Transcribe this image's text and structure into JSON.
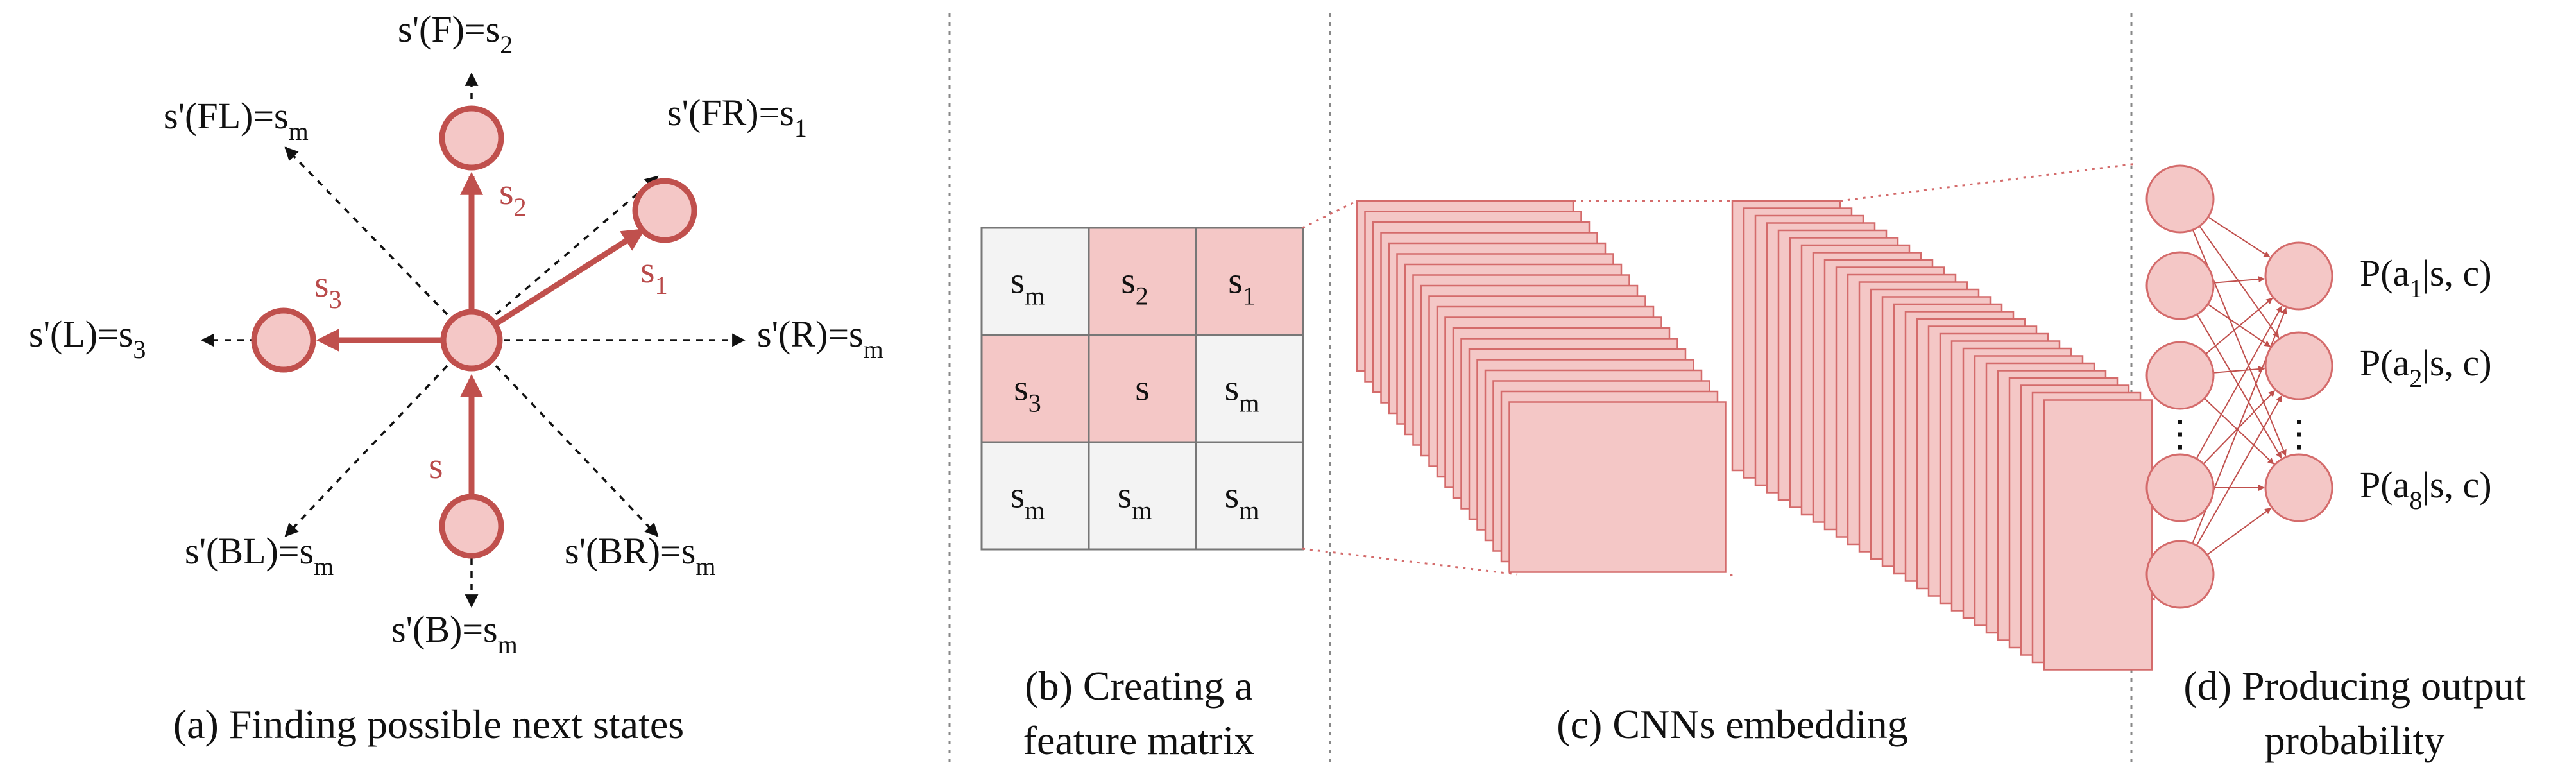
{
  "colors": {
    "accent": "#c0504d",
    "fill": "#f4c7c6",
    "fill_edge": "#d46b6b",
    "cell_gray": "#f3f3f3",
    "divider": "#888888"
  },
  "panel_a": {
    "caption": "(a) Finding possible next states",
    "labels": {
      "F": "s'(F)=s",
      "F_sub": "2",
      "FL": "s'(FL)=s",
      "FL_sub": "m",
      "FR": "s'(FR)=s",
      "FR_sub": "1",
      "L": "s'(L)=s",
      "L_sub": "3",
      "R": "s'(R)=s",
      "R_sub": "m",
      "BL": "s'(BL)=s",
      "BL_sub": "m",
      "BR": "s'(BR)=s",
      "BR_sub": "m",
      "B": "s'(B)=s",
      "B_sub": "m"
    },
    "edge_labels": {
      "s": "s",
      "s1": "s",
      "s1_sub": "1",
      "s2": "s",
      "s2_sub": "2",
      "s3": "s",
      "s3_sub": "3"
    }
  },
  "panel_b": {
    "caption_line1": "(b) Creating a",
    "caption_line2": "feature matrix",
    "matrix": [
      [
        {
          "t": "s",
          "sub": "m",
          "hl": false
        },
        {
          "t": "s",
          "sub": "2",
          "hl": true
        },
        {
          "t": "s",
          "sub": "1",
          "hl": true
        }
      ],
      [
        {
          "t": "s",
          "sub": "3",
          "hl": true
        },
        {
          "t": "s",
          "sub": "",
          "hl": true
        },
        {
          "t": "s",
          "sub": "m",
          "hl": false
        }
      ],
      [
        {
          "t": "s",
          "sub": "m",
          "hl": false
        },
        {
          "t": "s",
          "sub": "m",
          "hl": false
        },
        {
          "t": "s",
          "sub": "m",
          "hl": false
        }
      ]
    ]
  },
  "panel_c": {
    "caption": "(c) CNNs embedding"
  },
  "panel_d": {
    "caption_line1": "(d) Producing output",
    "caption_line2": "probability",
    "outputs": [
      {
        "pre": "P(a",
        "sub": "1",
        "post": "|s, c)"
      },
      {
        "pre": "P(a",
        "sub": "2",
        "post": "|s, c)"
      },
      {
        "pre": "P(a",
        "sub": "8",
        "post": "|s, c)"
      }
    ],
    "ellipsis": "⋮"
  }
}
